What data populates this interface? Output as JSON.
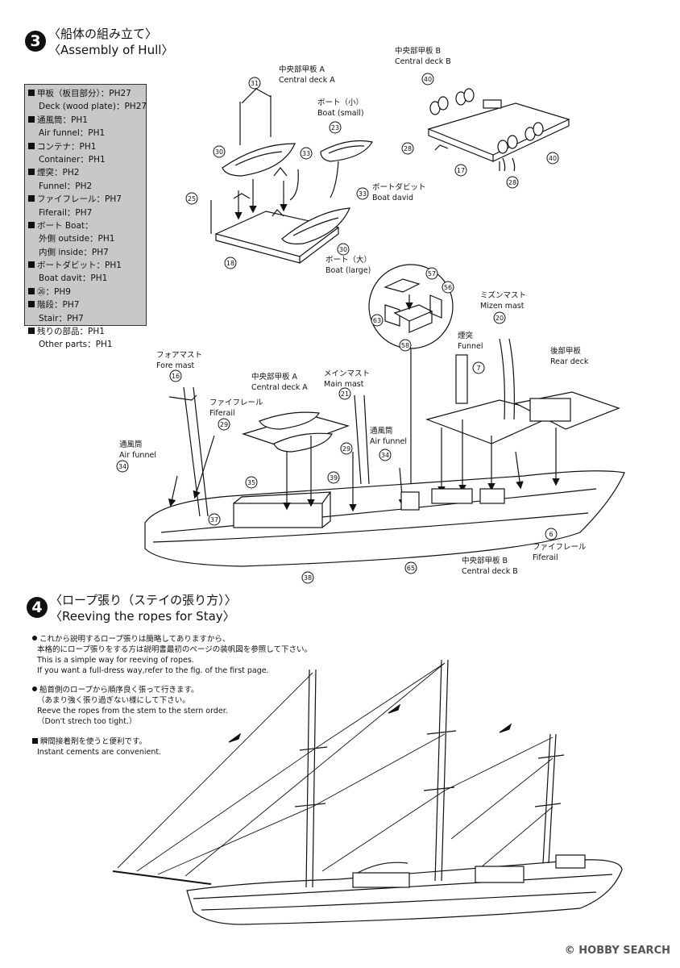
{
  "step3": {
    "number": "3",
    "title_jp": "〈船体の組み立て〉",
    "title_en": "〈Assembly of Hull〉"
  },
  "parts_list": [
    {
      "text": "甲板（板目部分）：PH27",
      "sub": false
    },
    {
      "text": "Deck (wood plate)：PH27",
      "sub": true
    },
    {
      "text": "通風筒：PH1",
      "sub": false
    },
    {
      "text": "Air funnel：PH1",
      "sub": true
    },
    {
      "text": "コンテナ：PH1",
      "sub": false
    },
    {
      "text": "Container：PH1",
      "sub": true
    },
    {
      "text": "煙突：PH2",
      "sub": false
    },
    {
      "text": "Funnel：PH2",
      "sub": true
    },
    {
      "text": "ファイフレール：PH7",
      "sub": false
    },
    {
      "text": "Fiferail：PH7",
      "sub": true
    },
    {
      "text": "ボート Boat：",
      "sub": false
    },
    {
      "text": "外側 outside：PH1",
      "sub": true
    },
    {
      "text": "内側 inside：PH7",
      "sub": true
    },
    {
      "text": "ボートダビット：PH1",
      "sub": false
    },
    {
      "text": "Boat davit：PH1",
      "sub": true
    },
    {
      "text": "㉖：PH9",
      "sub": false
    },
    {
      "text": "階段：PH7",
      "sub": false
    },
    {
      "text": "Stair：PH7",
      "sub": true
    },
    {
      "text": "残りの部品：PH1",
      "sub": false
    },
    {
      "text": "Other parts：PH1",
      "sub": true
    }
  ],
  "labels": {
    "central_deck_a_jp": "中央部甲板 A",
    "central_deck_a_en": "Central deck A",
    "central_deck_b_jp": "中央部甲板 B",
    "central_deck_b_en": "Central deck B",
    "boat_small_jp": "ボート（小）",
    "boat_small_en": "Boat (small)",
    "boat_davit_jp": "ボートダビット",
    "boat_davit_en": "Boat david",
    "boat_large_jp": "ボート（大）",
    "boat_large_en": "Boat (large)",
    "mizen_mast_jp": "ミズンマスト",
    "mizen_mast_en": "Mizen mast",
    "funnel_jp": "煙突",
    "funnel_en": "Funnel",
    "rear_deck_jp": "後部甲板",
    "rear_deck_en": "Rear deck",
    "fore_mast_jp": "フォアマスト",
    "fore_mast_en": "Fore mast",
    "fiferail_jp": "ファイフレール",
    "fiferail_en": "Fiferail",
    "main_mast_jp": "メインマスト",
    "main_mast_en": "Main mast",
    "air_funnel_jp": "通風筒",
    "air_funnel_en": "Air funnel",
    "fiferail2_jp": "ファイフレール",
    "fiferail2_en": "Fiferail"
  },
  "part_numbers": [
    "31",
    "23",
    "30",
    "33",
    "25",
    "33",
    "18",
    "30",
    "40",
    "40",
    "28",
    "17",
    "28",
    "57",
    "56",
    "63",
    "58",
    "16",
    "29",
    "21",
    "29",
    "34",
    "34",
    "35",
    "39",
    "37",
    "38",
    "7",
    "20",
    "65",
    "6"
  ],
  "step4": {
    "number": "4",
    "title_jp": "〈ロープ張り（ステイの張り方）〉",
    "title_en": "〈Reeving the ropes for Stay〉"
  },
  "notes": [
    {
      "bullet": "dot",
      "lines": [
        "これから説明するロープ張りは簡略してありますから、",
        "本格的にロープ張りをする方は説明書最初のページの装帆図を参照して下さい。",
        "This is a simple way for reeving of ropes.",
        "If you want a full-dress way,refer to the fig. of the first page."
      ]
    },
    {
      "bullet": "dot",
      "lines": [
        "船首側のロープから順序良く張って行きます。",
        "（あまり強く張り過ぎない様にして下さい。",
        "Reeve the ropes from the stem to the stern order.",
        "（Don't strech too tight.）"
      ]
    },
    {
      "bullet": "sq",
      "lines": [
        "瞬間接着剤を使うと便利です。",
        "Instant cements are convenient."
      ]
    }
  ],
  "watermark": "© HOBBY SEARCH"
}
